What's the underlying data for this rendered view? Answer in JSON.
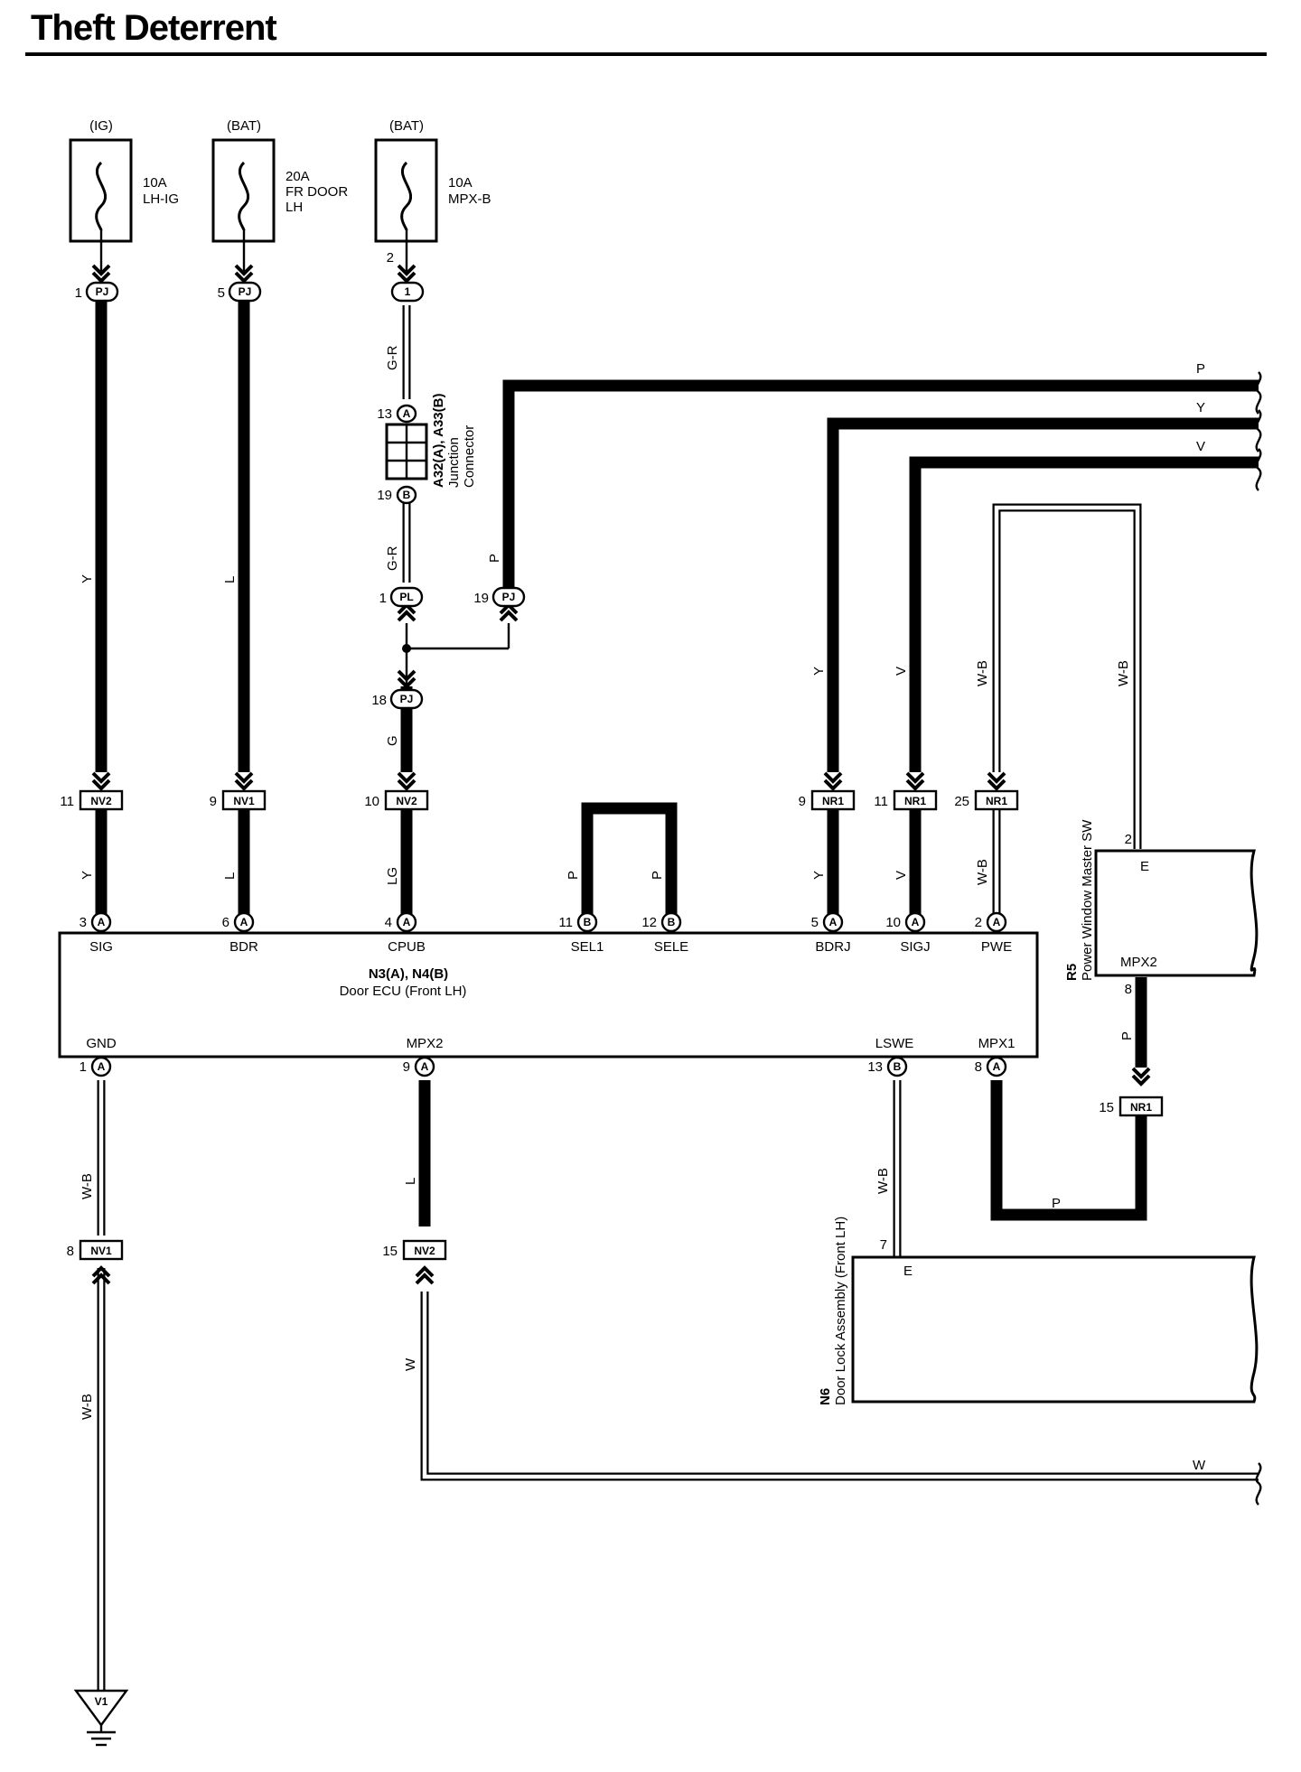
{
  "title": "Theft Deterrent",
  "fuses": [
    {
      "source": "(IG)",
      "rating": "10A",
      "name": "LH-IG",
      "name2": ""
    },
    {
      "source": "(BAT)",
      "rating": "20A",
      "name": "FR DOOR",
      "name2": "LH"
    },
    {
      "source": "(BAT)",
      "rating": "10A",
      "name": "MPX-B",
      "name2": ""
    }
  ],
  "ecu": {
    "name": "N3(A), N4(B)",
    "desc": "Door ECU (Front LH)",
    "top_pins": [
      {
        "pin": "3",
        "conn": "A",
        "name": "SIG"
      },
      {
        "pin": "6",
        "conn": "A",
        "name": "BDR"
      },
      {
        "pin": "4",
        "conn": "A",
        "name": "CPUB"
      },
      {
        "pin": "11",
        "conn": "B",
        "name": "SEL1"
      },
      {
        "pin": "12",
        "conn": "B",
        "name": "SELE"
      },
      {
        "pin": "5",
        "conn": "A",
        "name": "BDRJ"
      },
      {
        "pin": "10",
        "conn": "A",
        "name": "SIGJ"
      },
      {
        "pin": "2",
        "conn": "A",
        "name": "PWE"
      }
    ],
    "bottom_pins": [
      {
        "pin": "1",
        "conn": "A",
        "name": "GND"
      },
      {
        "pin": "9",
        "conn": "A",
        "name": "MPX2"
      },
      {
        "pin": "13",
        "conn": "B",
        "name": "LSWE"
      },
      {
        "pin": "8",
        "conn": "A",
        "name": "MPX1"
      }
    ]
  },
  "junction": {
    "name": "A32(A), A33(B)",
    "desc1": "Junction",
    "desc2": "Connector",
    "pin_in": "13",
    "conn_in": "A",
    "pin_out": "19",
    "conn_out": "B"
  },
  "connectors": {
    "pj_1": {
      "pin": "1",
      "id": "PJ"
    },
    "pj_5": {
      "pin": "5",
      "id": "PJ"
    },
    "mpxb_in": {
      "pin": "2",
      "id": "1"
    },
    "pl_1": {
      "pin": "1",
      "id": "PL"
    },
    "pj_19": {
      "pin": "19",
      "id": "PJ"
    },
    "pj_18": {
      "pin": "18",
      "id": "PJ"
    },
    "nv2_11": {
      "pin": "11",
      "id": "NV2"
    },
    "nv1_9": {
      "pin": "9",
      "id": "NV1"
    },
    "nv2_10": {
      "pin": "10",
      "id": "NV2"
    },
    "nr1_9": {
      "pin": "9",
      "id": "NR1"
    },
    "nr1_11": {
      "pin": "11",
      "id": "NR1"
    },
    "nr1_25": {
      "pin": "25",
      "id": "NR1"
    },
    "nr1_15": {
      "pin": "15",
      "id": "NR1"
    },
    "nv1_8": {
      "pin": "8",
      "id": "NV1"
    },
    "nv2_15": {
      "pin": "15",
      "id": "NV2"
    }
  },
  "wire_colors": {
    "y": "Y",
    "l": "L",
    "gr": "G-R",
    "g": "G",
    "lg": "LG",
    "p": "P",
    "v": "V",
    "wb": "W-B",
    "w": "W"
  },
  "components": {
    "r5": {
      "code": "R5",
      "name": "Power Window Master SW",
      "pin_e": "2",
      "label_e": "E",
      "pin_mpx2": "8",
      "label_mpx2": "MPX2"
    },
    "n6": {
      "code": "N6",
      "name": "Door Lock Assembly (Front LH)",
      "pin_e": "7",
      "label_e": "E"
    }
  },
  "ground": {
    "id": "V1"
  }
}
